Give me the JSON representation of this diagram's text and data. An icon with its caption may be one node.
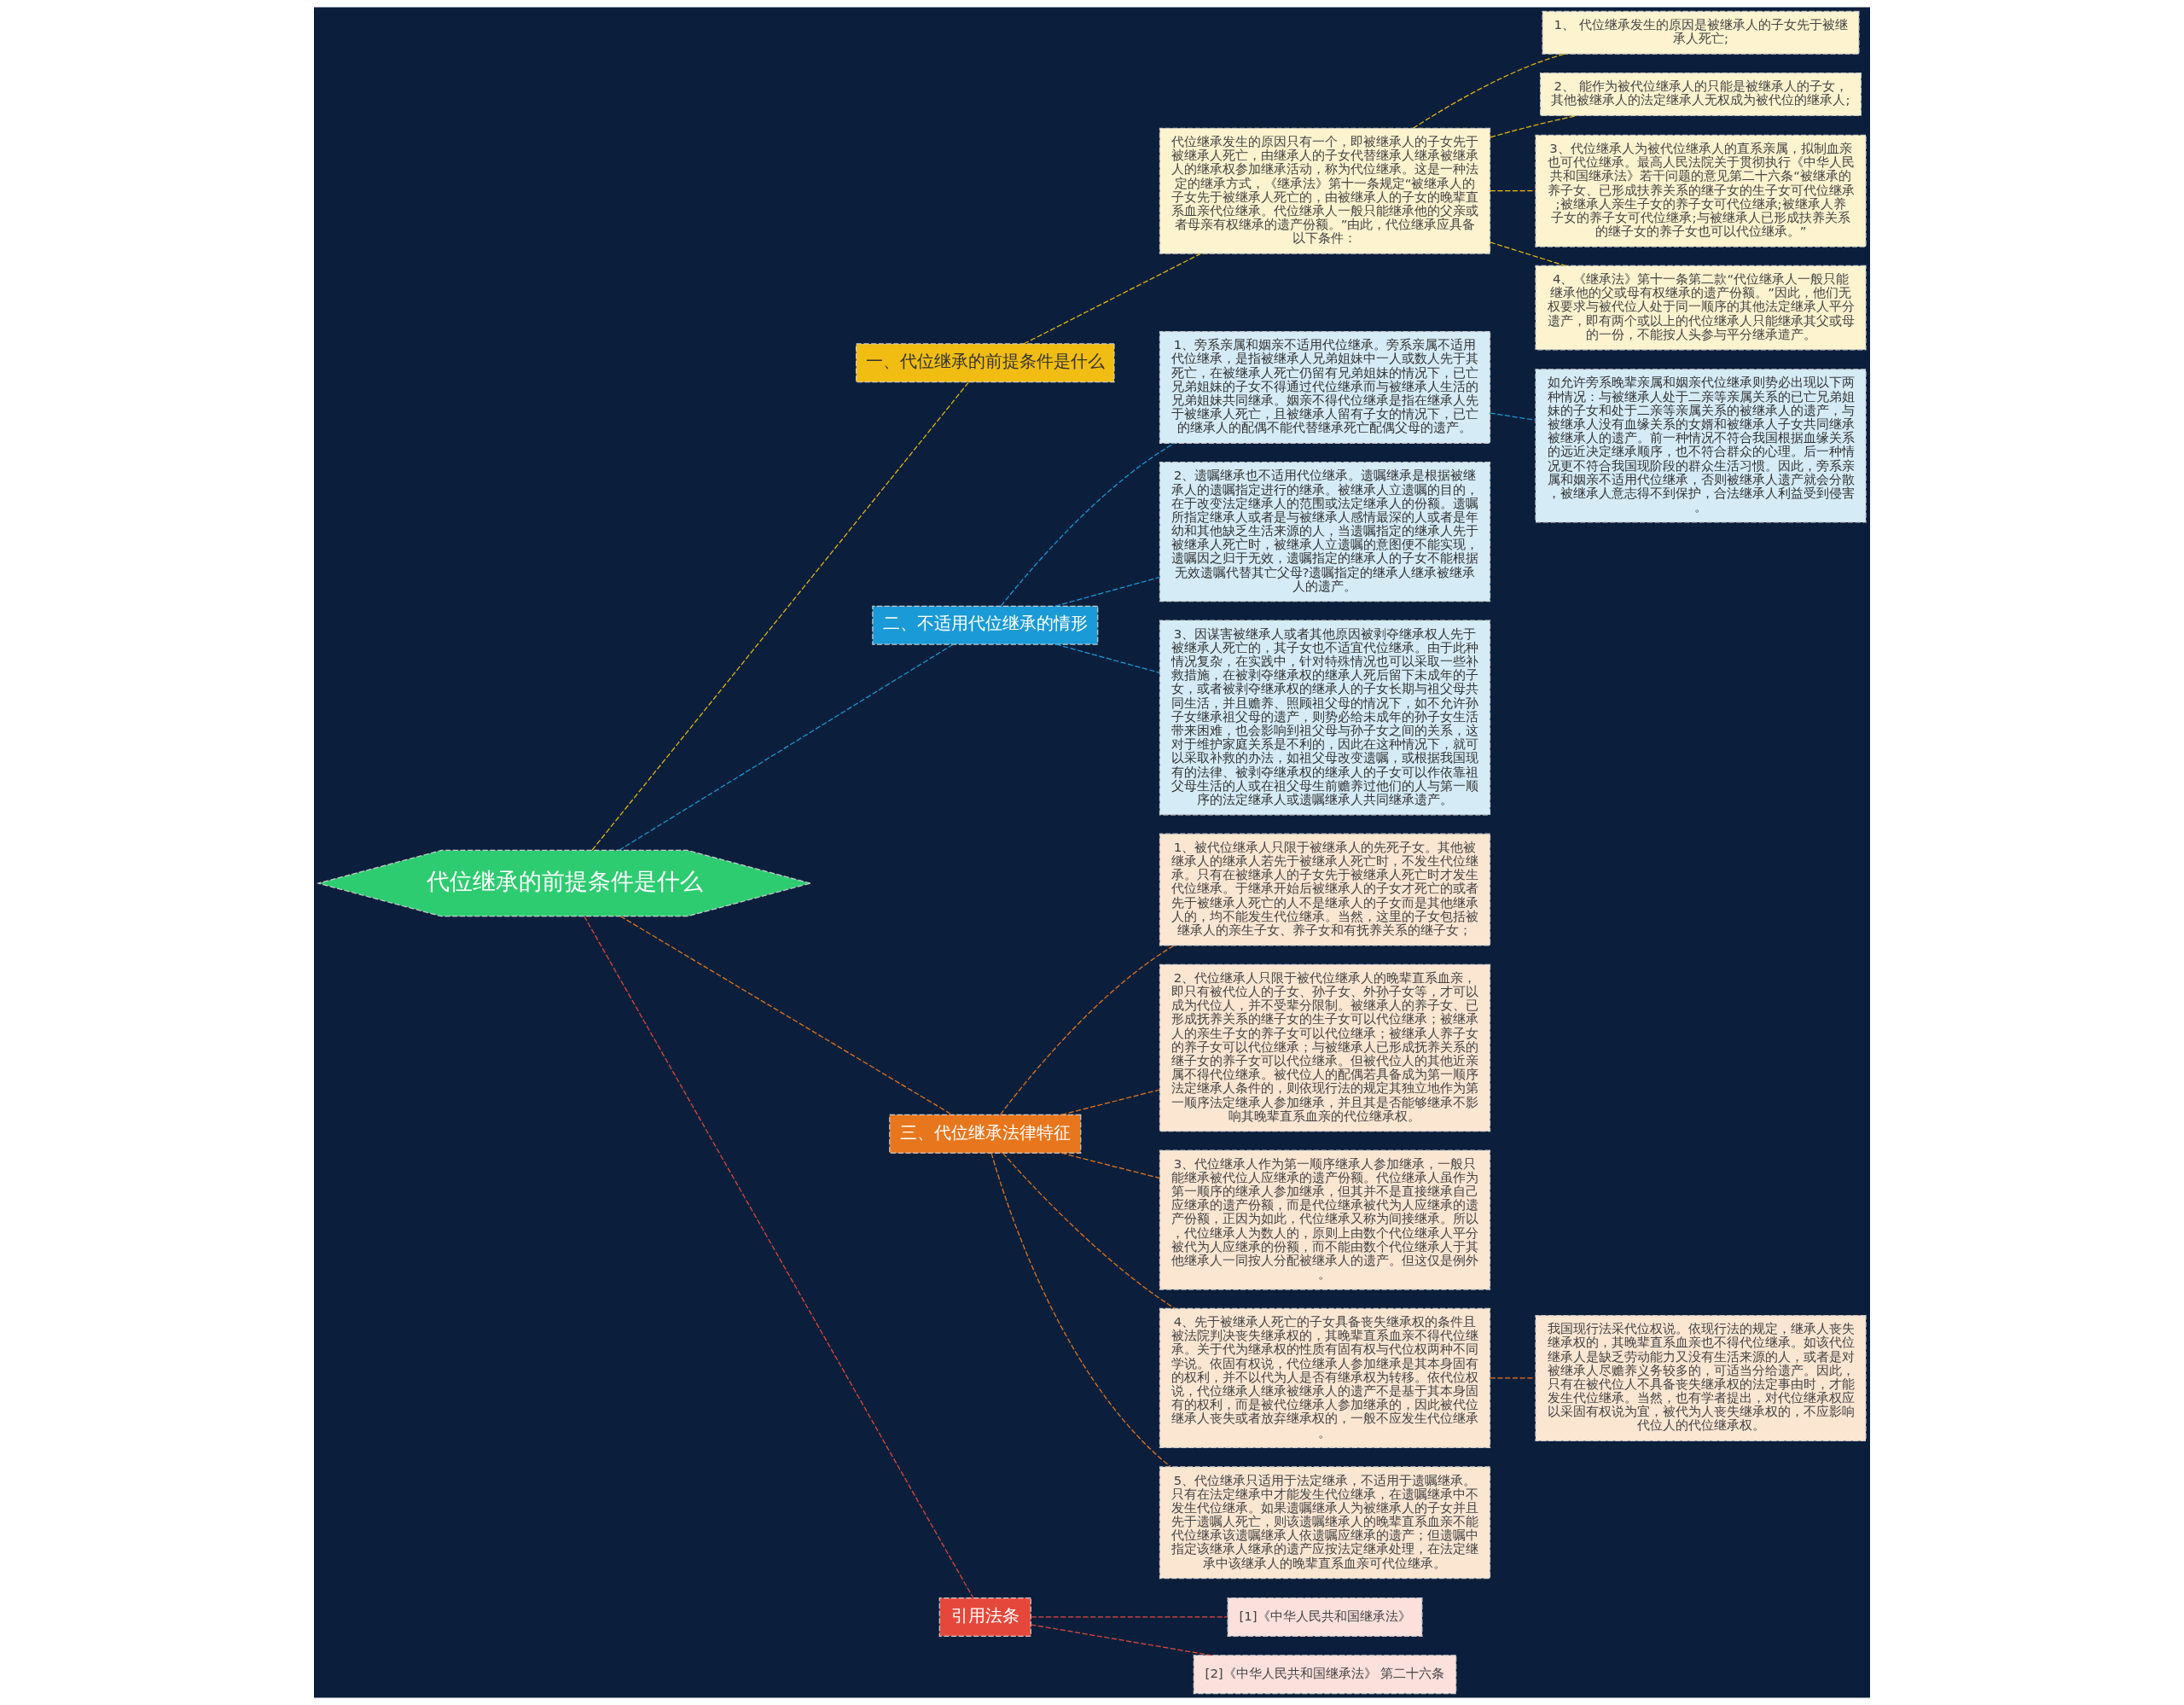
{
  "diagram": {
    "nodes": [
      {
        "text": [
          "代位继承的前提条件是什么"
        ]
      },
      {
        "text": [
          "一、代位继承的前提条件是什么"
        ]
      },
      {
        "text": [
          "代位继承发生的原因只有一个，即被继承人的子女先于被继承人死亡，由继承人的子女代替继承人继承被继承人的继承权参加继承活动，称为代位继承。这是一种法定的继承方式，《继承法》第十一条规定“被继承人的子女先于被继承人死亡的，由被继承人的子女的晚辈直系血亲代位继承。代位继承人一般只能继承他的父亲或者母亲有权继承的遗产份额。”由此，代位继承应具备以下条件："
        ]
      },
      {
        "text": [
          "1、 代位继承发生的原因是被继承人的子女先于被继承人死亡;"
        ]
      },
      {
        "text": [
          "2、 能作为被代位继承人的只能是被继承人的子女，其他被继承人的法定继承人无权成为被代位的继承人;"
        ]
      },
      {
        "text": [
          "3、代位继承人为被代位继承人的直系亲属，拟制血亲也可代位继承。最高人民法院关于贯彻执行《中华人民共和国继承法》若干问题的意见第二十六条“被继承的养子女、已形成扶养关系的继子女的生子女可代位继承;被继承人亲生子女的养子女可代位继承;被继承人养子女的养子女可代位继承;与被继承人已形成扶养关系的继子女的养子女也可以代位继承。”"
        ]
      },
      {
        "text": [
          "4、《继承法》第十一条第二款“代位继承人一般只能继承他的父或母有权继承的遗产份额。”因此，他们无权要求与被代位人处于同一顺序的其他法定继承人平分遗产，即有两个或以上的代位继承人只能继承其父或母的一份，不能按人头参与平分继承遣产。"
        ]
      },
      {
        "text": [
          "二、不适用代位继承的情形"
        ]
      },
      {
        "text": [
          "1、旁系亲属和姻亲不适用代位继承。旁系亲属不适用代位继承，是指被继承人兄弟姐妹中一人或数人先于其死亡，在被继承人死亡仍留有兄弟姐妹的情况下，已亡兄弟姐妹的子女不得通过代位继承而与被继承人生活的兄弟姐妹共同继承。姻亲不得代位继承是指在继承人先于被继承人死亡，且被继承人留有子女的情况下，已亡的继承人的配偶不能代替继承死亡配偶父母的遗产。"
        ]
      },
      {
        "text": [
          "如允许旁系晚辈亲属和姻亲代位继承则势必出现以下两种情况：与被继承人处于二亲等亲属关系的已亡兄弟姐妹的子女和处于二亲等亲属关系的被继承人的遗产，与被继承人没有血缘关系的女婿和被继承人子女共同继承被继承人的遗产。前一种情况不符合我国根据血缘关系的远近决定继承顺序，也不符合群众的心理。后一种情况更不符合我国现阶段的群众生活习惯。因此，旁系亲属和姻亲不适用代位继承，否则被继承人遗产就会分散，被继承人意志得不到保护，合法继承人利益受到侵害。"
        ]
      },
      {
        "text": [
          "2、遗嘱继承也不适用代位继承。遗嘱继承是根据被继承人的遗嘱指定进行的继承。被继承人立遗嘱的目的，在于改变法定继承人的范围或法定继承人的份额。遗嘱所指定继承人或者是与被继承人感情最深的人或者是年幼和其他缺乏生活来源的人，当遗嘱指定的继承人先于被继承人死亡时，被继承人立遗嘱的意图便不能实现，遗嘱因之归于无效，遗嘱指定的继承人的子女不能根据无效遗嘱代替其亡父母?遗嘱指定的继承人继承被继承人的遗产。"
        ]
      },
      {
        "text": [
          "3、因谋害被继承人或者其他原因被剥夺继承权人先于被继承人死亡的，其子女也不适宜代位继承。由于此种情况复杂，在实践中，针对特殊情况也可以采取一些补救措施，在被剥夺继承权的继承人死后留下未成年的子女，或者被剥夺继承权的继承人的子女长期与祖父母共同生活，并且赡养、照顾祖父母的情况下，如不允许孙子女继承祖父母的遗产，则势必给未成年的孙子女生活带来困难，也会影响到祖父母与孙子女之间的关系，这对于维护家庭关系是不利的，因此在这种情况下，就可以采取补救的办法，如祖父母改变遗嘱，或根据我国现有的法律、被剥夺继承权的继承人的子女可以作依靠祖父母生活的人或在祖父母生前赡养过他们的人与第一顺序的法定继承人或遗嘱继承人共同继承遗产。"
        ]
      },
      {
        "text": [
          "三、代位继承法律特征"
        ]
      },
      {
        "text": [
          "1、被代位继承人只限于被继承人的先死子女。其他被继承人的继承人若先于被继承人死亡时，不发生代位继承。只有在被继承人的子女先于被继承人死亡时才发生代位继承。于继承开始后被继承人的子女才死亡的或者先于被继承人死亡的人不是继承人的子女而是其他继承人的，均不能发生代位继承。当然，这里的子女包括被继承人的亲生子女、养子女和有抚养关系的继子女；"
        ]
      },
      {
        "text": [
          "2、代位继承人只限于被代位继承人的晚辈直系血亲，即只有被代位人的子女、孙子女、外孙子女等，才可以成为代位人，并不受辈分限制。被继承人的养子女、已形成抚养关系的继子女的生子女可以代位继承；被继承人的亲生子女的养子女可以代位继承；被继承人养子女的养子女可以代位继承；与被继承人已形成抚养关系的继子女的养子女可以代位继承。但被代位人的其他近亲属不得代位继承。被代位人的配偶若具备成为第一顺序法定继承人条件的，则依现行法的规定其独立地作为第一顺序法定继承人参加继承，并且其是否能够继承不影响其晚辈直系血亲的代位继承权。"
        ]
      },
      {
        "text": [
          "3、代位继承人作为第一顺序继承人参加继承，一般只能继承被代位人应继承的遗产份额。代位继承人虽作为第一顺序的继承人参加继承，但其并不是直接继承自己应继承的遗产份额，而是代位继承被代为人应继承的遗产份额，正因为如此，代位继承又称为间接继承。所以，代位继承人为数人的，原则上由数个代位继承人平分被代为人应继承的份额，而不能由数个代位继承人于其他继承人一同按人分配被继承人的遗产。但这仅是例外。"
        ]
      },
      {
        "text": [
          "4、先于被继承人死亡的子女具备丧失继承权的条件且被法院判决丧失继承权的，其晚辈直系血亲不得代位继承。关于代为继承权的性质有固有权与代位权两种不同学说。依固有权说，代位继承人参加继承是其本身固有的权利，并不以代为人是否有继承权为转移。依代位权说，代位继承人继承被继承人的遗产不是基于其本身固有的权利，而是被代位继承人参加继承的，因此被代位继承人丧失或者放弃继承权的，一般不应发生代位继承。"
        ]
      },
      {
        "text": [
          "5、代位继承只适用于法定继承，不适用于遗嘱继承。只有在法定继承中才能发生代位继承，在遗嘱继承中不发生代位继承。如果遗嘱继承人为被继承人的子女并且先于遗嘱人死亡，则该遗嘱继承人的晚辈直系血亲不能代位继承该遗嘱继承人依遗嘱应继承的遗产；但遗嘱中指定该继承人继承的遗产应按法定继承处理，在法定继承中该继承人的晚辈直系血亲可代位继承。"
        ]
      },
      {
        "text": [
          "我国现行法采代位权说。依现行法的规定，继承人丧失继承权的，其晚辈直系血亲也不得代位继承。如该代位继承人是缺乏劳动能力又没有生活来源的人，或者是对被继承人尽赡养义务较多的，可适当分给遗产。因此，只有在被代位人不具备丧失继承权的法定事由时，才能发生代位继承。当然，也有学者提出，对代位继承权应以采固有权说为宜，被代为人丧失继承权的，不应影响代位人的代位继承权。"
        ]
      },
      {
        "text": [
          "引用法条"
        ]
      },
      {
        "text": [
          "[1]《中华人民共和国继承法》"
        ]
      },
      {
        "text": [
          "[2]《中华人民共和国继承法》 第二十六条"
        ]
      }
    ],
    "edges": [
      {
        "from": 0,
        "to": 1,
        "arrow": "none",
        "style": "dashed",
        "color": "#e8b90f"
      },
      {
        "from": 1,
        "to": 2,
        "arrow": "none",
        "style": "dashed",
        "color": "#e8b90f"
      },
      {
        "from": 2,
        "to": 3,
        "arrow": "none",
        "style": "dashed",
        "color": "#e8b90f"
      },
      {
        "from": 2,
        "to": 4,
        "arrow": "none",
        "style": "dashed",
        "color": "#e8b90f"
      },
      {
        "from": 2,
        "to": 5,
        "arrow": "none",
        "style": "dashed",
        "color": "#e8b90f"
      },
      {
        "from": 2,
        "to": 6,
        "arrow": "none",
        "style": "dashed",
        "color": "#e8b90f"
      },
      {
        "from": 0,
        "to": 7,
        "arrow": "none",
        "style": "dashed",
        "color": "#1a9ad6"
      },
      {
        "from": 7,
        "to": 8,
        "arrow": "none",
        "style": "dashed",
        "color": "#1a9ad6"
      },
      {
        "from": 8,
        "to": 9,
        "arrow": "none",
        "style": "dashed",
        "color": "#1a9ad6"
      },
      {
        "from": 7,
        "to": 10,
        "arrow": "none",
        "style": "dashed",
        "color": "#1a9ad6"
      },
      {
        "from": 7,
        "to": 11,
        "arrow": "none",
        "style": "dashed",
        "color": "#1a9ad6"
      },
      {
        "from": 0,
        "to": 12,
        "arrow": "none",
        "style": "dashed",
        "color": "#e8761c"
      },
      {
        "from": 12,
        "to": 13,
        "arrow": "none",
        "style": "dashed",
        "color": "#e8761c"
      },
      {
        "from": 12,
        "to": 14,
        "arrow": "none",
        "style": "dashed",
        "color": "#e8761c"
      },
      {
        "from": 12,
        "to": 15,
        "arrow": "none",
        "style": "dashed",
        "color": "#e8761c"
      },
      {
        "from": 12,
        "to": 16,
        "arrow": "none",
        "style": "dashed",
        "color": "#e8761c"
      },
      {
        "from": 16,
        "to": 18,
        "arrow": "none",
        "style": "dashed",
        "color": "#e8761c"
      },
      {
        "from": 12,
        "to": 17,
        "arrow": "none",
        "style": "dashed",
        "color": "#e8761c"
      },
      {
        "from": 0,
        "to": 19,
        "arrow": "none",
        "style": "dashed",
        "color": "#e5483b"
      },
      {
        "from": 19,
        "to": 20,
        "arrow": "none",
        "style": "dashed",
        "color": "#e5483b"
      },
      {
        "from": 19,
        "to": 21,
        "arrow": "none",
        "style": "dashed",
        "color": "#e5483b"
      }
    ]
  }
}
